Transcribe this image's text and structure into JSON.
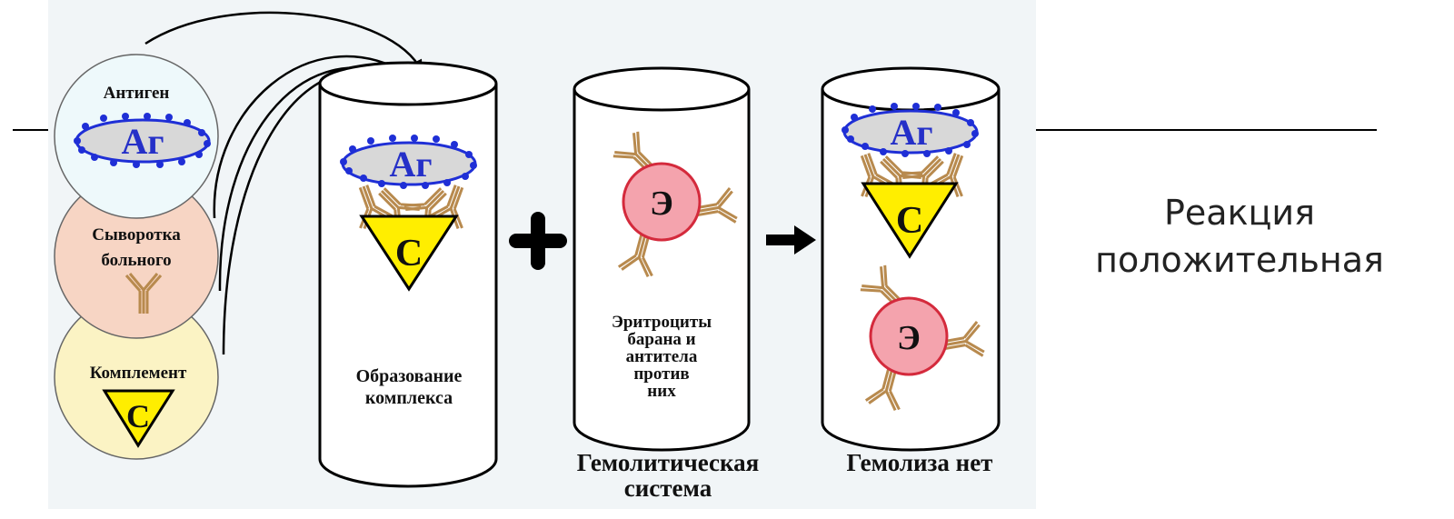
{
  "colors": {
    "panel_bg": "#f1f5f7",
    "circle_antigen": "#eef9fb",
    "circle_serum": "#f7d5c4",
    "circle_complement": "#fbf3c4",
    "antigen_fill": "#d8d8d8",
    "antigen_stroke": "#1f2fd6",
    "antigen_text": "#2530c8",
    "complement_fill": "#ffee00",
    "antibody": "#b88a4e",
    "erythrocyte_fill": "#f4a3ad",
    "erythrocyte_stroke": "#d42a3c",
    "line": "#000000"
  },
  "icons": {
    "arrow": "curved-arrow-icon",
    "plus": "plus-icon",
    "result_arrow": "right-arrow-icon"
  },
  "diagram": {
    "antigen_label": "Антиген",
    "antigen_symbol": "Аг",
    "serum_label_1": "Сыворотка",
    "serum_label_2": "больного",
    "complement_label": "Комплемент",
    "complement_symbol": "С",
    "erythrocyte_symbol": "Э",
    "tube1_caption_1": "Образование",
    "tube1_caption_2": "комплекса",
    "tube2_caption_1": "Эритроциты",
    "tube2_caption_2": "барана и",
    "tube2_caption_3": "антитела",
    "tube2_caption_4": "против",
    "tube2_caption_5": "них",
    "tube2_bottom_1": "Гемолитическая",
    "tube2_bottom_2": "система",
    "tube3_bottom": "Гемолиза нет"
  },
  "slide": {
    "result_line_1": "Реакция",
    "result_line_2": "положительная"
  }
}
